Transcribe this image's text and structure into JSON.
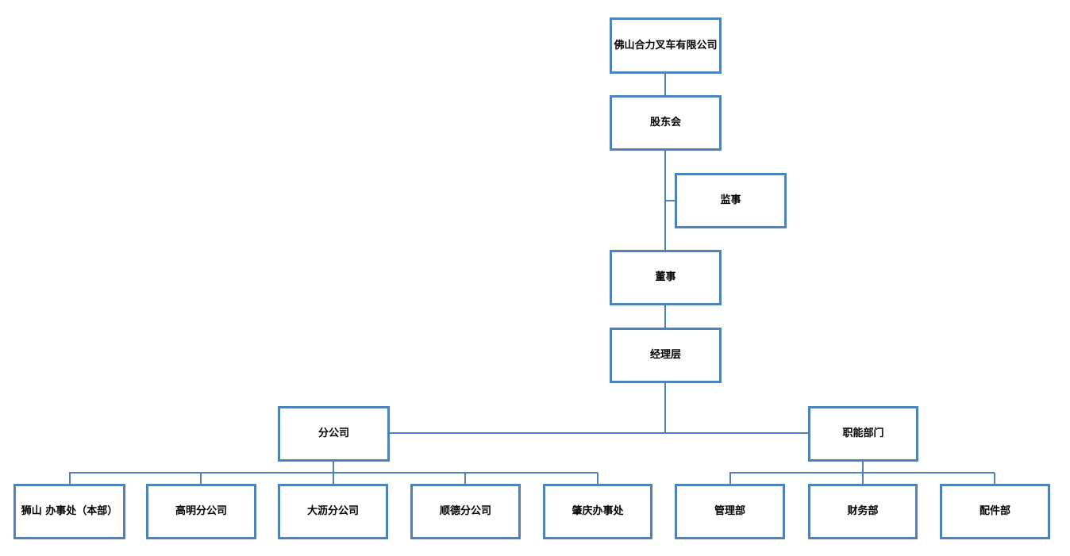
{
  "diagram": {
    "type": "org-chart",
    "accent_color": "#4f81bd",
    "company": "佛山合力叉车有限公司",
    "chain": [
      "股东会",
      "董事",
      "经理层"
    ],
    "supervisor": "监事",
    "groups": [
      {
        "label": "分公司",
        "children": [
          "狮山 办事处（本部）",
          "高明分公司",
          "大沥分公司",
          "顺德分公司",
          "肇庆办事处"
        ]
      },
      {
        "label": "职能部门",
        "children": [
          "管理部",
          "财务部",
          "配件部"
        ]
      }
    ]
  }
}
